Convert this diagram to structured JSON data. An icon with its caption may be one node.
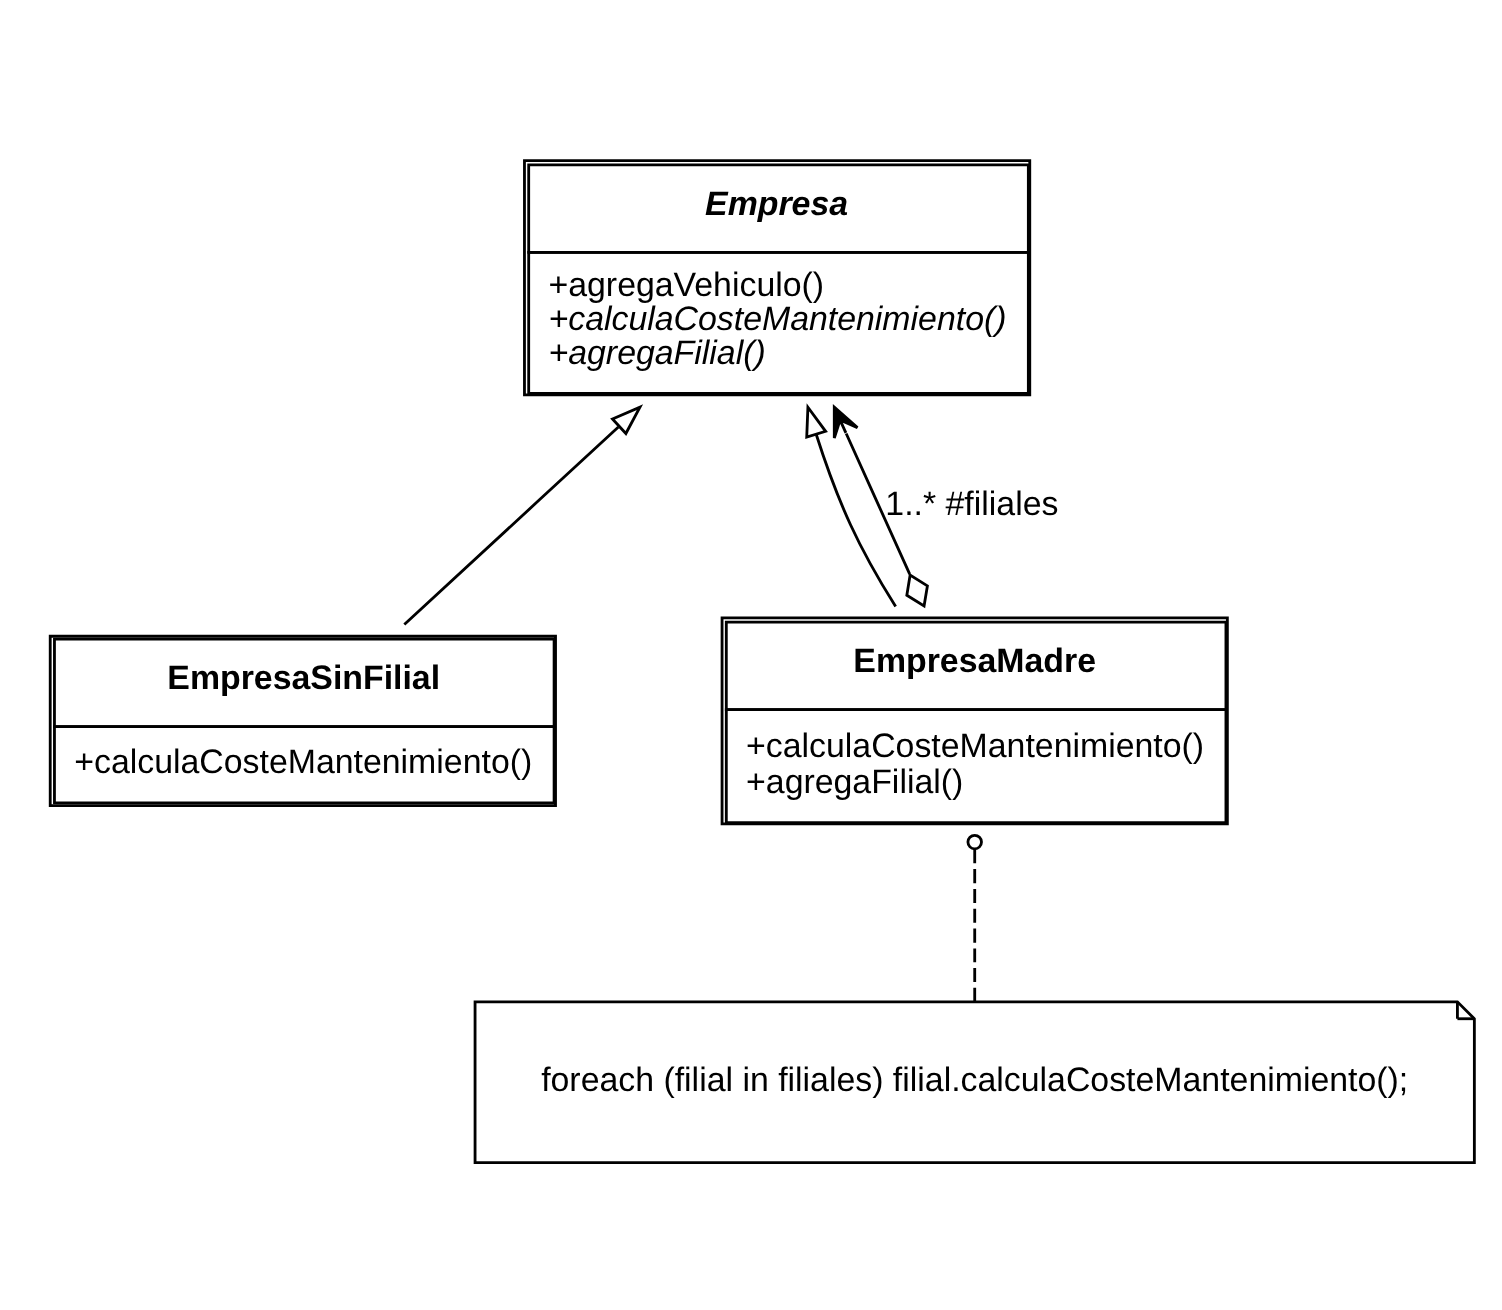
{
  "diagram": {
    "nodes": [
      {
        "text": [
          "Empresa",
          "+agregaVehiculo()",
          "+calculaCosteMantenimiento()",
          "+agregaFilial()"
        ]
      },
      {
        "text": [
          "EmpresaSinFilial",
          "+calculaCosteMantenimiento()"
        ]
      },
      {
        "text": [
          "EmpresaMadre",
          "+calculaCosteMantenimiento()",
          "+agregaFilial()"
        ]
      },
      {
        "text": [
          "foreach (filial in filiales) filial.calculaCosteMantenimiento();"
        ]
      }
    ],
    "edges": [
      {
        "from": 1,
        "to": 0,
        "arrow": "to"
      },
      {
        "from": 2,
        "to": 0,
        "arrow": "to"
      },
      {
        "from": 2,
        "to": 0,
        "arrow": "to",
        "label": "1..* #filiales"
      },
      {
        "from": 3,
        "to": 2,
        "arrow": "other",
        "style": "dashed"
      }
    ]
  }
}
